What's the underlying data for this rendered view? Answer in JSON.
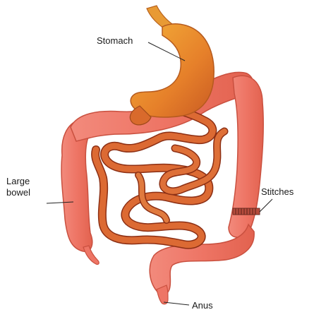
{
  "labels": {
    "stomach": "Stomach",
    "large_bowel": "Large bowel",
    "stitches": "Stitches",
    "anus": "Anus"
  },
  "colors": {
    "large_bowel": "#ee7a6e",
    "small_intestine": "#d9622c",
    "stomach": "#e88a2a",
    "background": "#ffffff"
  }
}
